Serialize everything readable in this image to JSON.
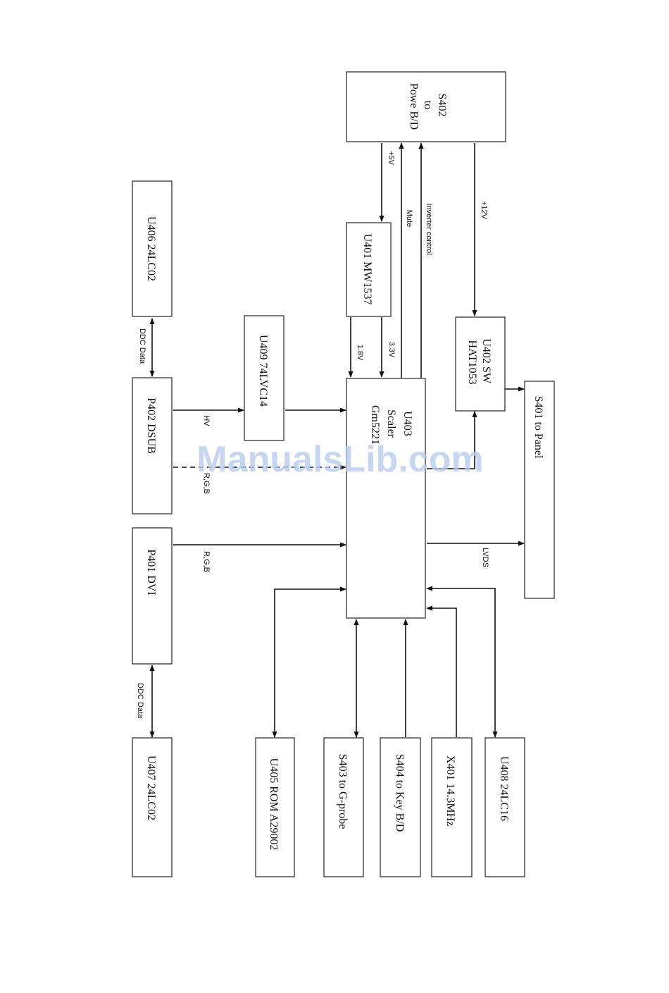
{
  "blocks": {
    "s402": [
      "S402",
      "to",
      "Powe B/D"
    ],
    "u406": [
      "U406  24LC02"
    ],
    "u401": [
      "U401  MW1537"
    ],
    "u409": [
      "U409  74LVC14"
    ],
    "u402": [
      "U402 SW",
      "HAT1053"
    ],
    "s401": [
      "S401 to Panel"
    ],
    "p402": [
      "P402  DSUB"
    ],
    "u403": [
      "U403",
      "Scaler",
      "Gm5221"
    ],
    "p401": [
      "P401  DVI"
    ],
    "u407": [
      "U407  24LC02"
    ],
    "u405": [
      "U405 ROM  A29002"
    ],
    "s403": [
      "S403 to G-probe"
    ],
    "s404": [
      "S404 to Key B/D"
    ],
    "x401": [
      "X401  14.3MHz"
    ],
    "u408": [
      "U408  24LC16"
    ]
  },
  "signals": {
    "plus5v": "+5V",
    "mute": "Mute",
    "inverter_control": "Inverter control",
    "plus12v": "+12V",
    "v1_8": "1.8V",
    "v3_3": "3.3V",
    "ddc_data_top": "DDC Data",
    "hv": "HV",
    "rgb_dsub": "R,G,B",
    "rgb_dvi": "R,G,B",
    "lvds": "LVDS",
    "ddc_data_bottom": "DDC Data"
  },
  "watermark": "ManualsLib.com"
}
